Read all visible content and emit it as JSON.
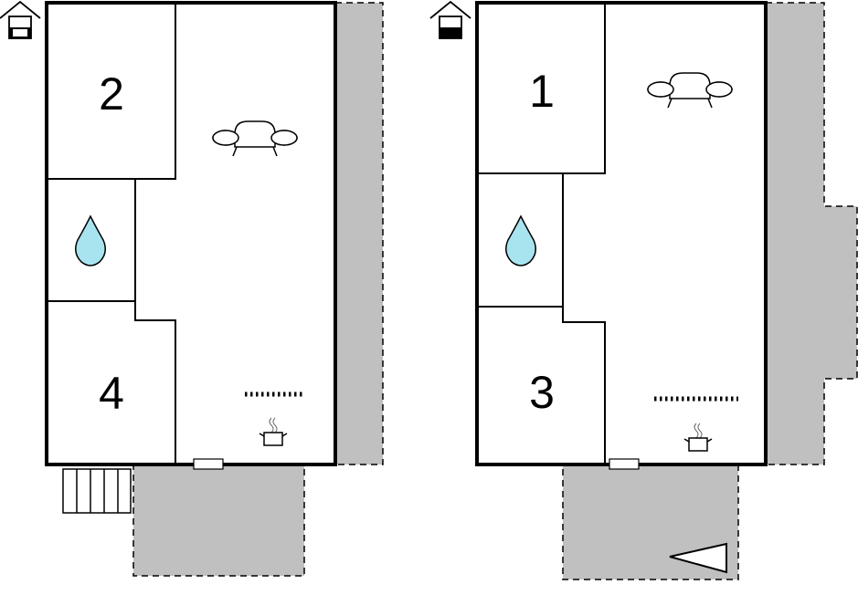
{
  "floorplans": [
    {
      "floor_level": "ground",
      "rooms": [
        {
          "label": "2",
          "type": "bedroom"
        },
        {
          "label": "bathroom",
          "icon": "water-drop-icon"
        },
        {
          "label": "4",
          "type": "bedroom"
        },
        {
          "label": "living",
          "icon": "sofa-icon"
        },
        {
          "label": "kitchen",
          "icon": "cooking-pot-icon"
        }
      ],
      "outdoor": [
        "terrace-right",
        "terrace-bottom",
        "steps"
      ]
    },
    {
      "floor_level": "upper",
      "rooms": [
        {
          "label": "1",
          "type": "bedroom"
        },
        {
          "label": "bathroom",
          "icon": "water-drop-icon"
        },
        {
          "label": "3",
          "type": "bedroom"
        },
        {
          "label": "living",
          "icon": "sofa-icon"
        },
        {
          "label": "kitchen",
          "icon": "cooking-pot-icon"
        }
      ],
      "outdoor": [
        "balcony-right",
        "balcony-bottom",
        "view-direction-marker"
      ]
    }
  ],
  "colors": {
    "terrace": "#c0c0c0",
    "water": "#a8e4f0",
    "wall": "#000000"
  },
  "labels": {
    "plan1_room_a": "2",
    "plan1_room_b": "4",
    "plan2_room_a": "1",
    "plan2_room_b": "3"
  }
}
